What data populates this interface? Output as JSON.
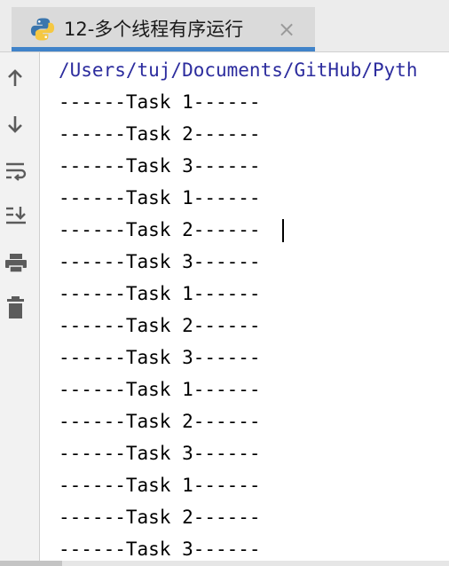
{
  "tab": {
    "title": "12-多个线程有序运行",
    "icon": "python-icon",
    "close_glyph": "×",
    "accent_color": "#4083c9"
  },
  "toolbar": {
    "items": [
      {
        "name": "up-arrow-icon",
        "tooltip": ""
      },
      {
        "name": "down-arrow-icon",
        "tooltip": ""
      },
      {
        "name": "soft-wrap-icon",
        "tooltip": ""
      },
      {
        "name": "scroll-to-end-icon",
        "tooltip": ""
      },
      {
        "name": "print-icon",
        "tooltip": ""
      },
      {
        "name": "trash-icon",
        "tooltip": ""
      }
    ]
  },
  "console": {
    "command": "/Users/tuj/Documents/GitHub/Pyth",
    "lines": [
      "------Task 1------",
      "------Task 2------",
      "------Task 3------",
      "------Task 1------",
      "------Task 2------",
      "------Task 3------",
      "------Task 1------",
      "------Task 2------",
      "------Task 3------",
      "------Task 1------",
      "------Task 2------",
      "------Task 3------",
      "------Task 1------",
      "------Task 2------",
      "------Task 3------"
    ],
    "command_color": "#2c2c9e",
    "text_color": "#000000"
  }
}
